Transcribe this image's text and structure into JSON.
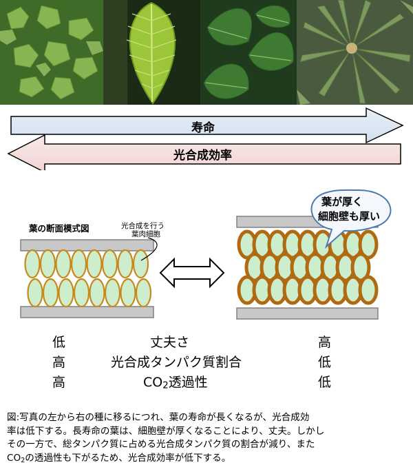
{
  "photos": [
    {
      "name": "leaf-photo-1"
    },
    {
      "name": "leaf-photo-2"
    },
    {
      "name": "leaf-photo-3"
    },
    {
      "name": "leaf-photo-4"
    }
  ],
  "arrows": {
    "lifespan_label": "寿命",
    "photosynthesis_label": "光合成効率",
    "lifespan_color": "#dce8f3",
    "photosynthesis_color": "#f5dede"
  },
  "cross_section": {
    "title": "葉の断面模式図",
    "mesophyll_label_line1": "光合成を行う",
    "mesophyll_label_line2": "葉肉細胞",
    "speech_line1": "葉が厚く",
    "speech_line2": "細胞壁も厚い"
  },
  "comparison": {
    "rows": [
      {
        "left": "低",
        "property": "丈夫さ",
        "right": "高"
      },
      {
        "left": "高",
        "property": "光合成タンパク質割合",
        "right": "低"
      },
      {
        "left": "高",
        "property_prefix": "CO",
        "property_sub": "2",
        "property_suffix": "透過性",
        "right": "低"
      }
    ]
  },
  "caption": {
    "line1": "図:写真の左から右の種に移るにつれ、葉の寿命が長くなるが、光合成効",
    "line2": "率は低下する。長寿命の葉は、細胞壁が厚くなることにより、丈夫。しかし",
    "line3": "その一方で、総タンパク質に占める光合成タンパク質の割合が減り、また",
    "line4_prefix": "CO",
    "line4_sub": "2",
    "line4_suffix": "の透過性も下がるため、光合成効率が低下する。"
  }
}
